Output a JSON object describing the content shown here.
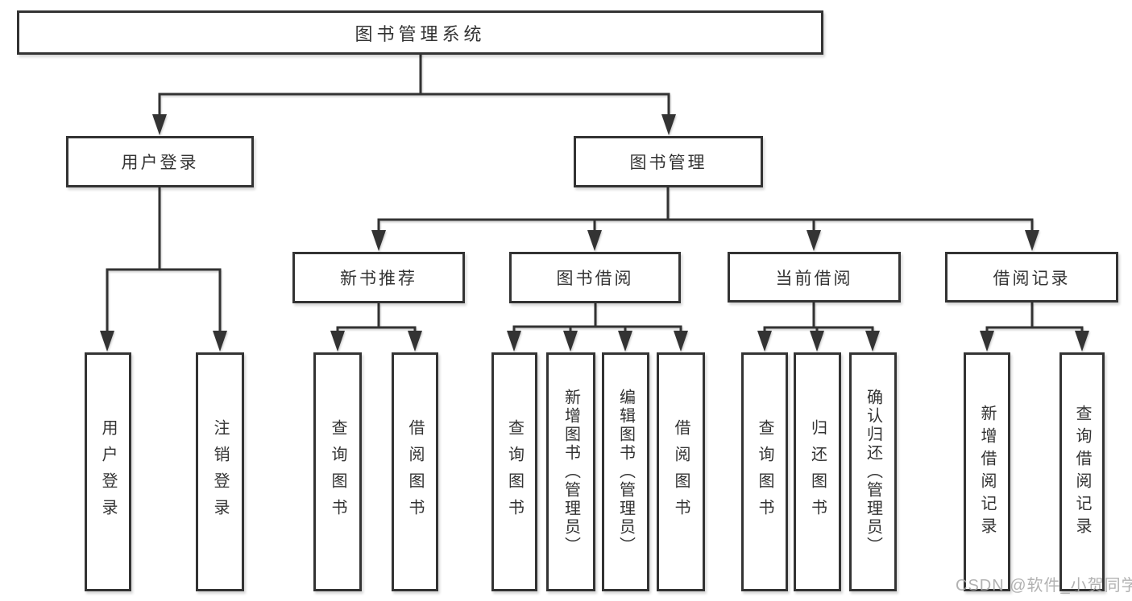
{
  "nodes": {
    "root": "图书管理系统",
    "user_login": "用户登录",
    "book_management": "图书管理",
    "new_book_recommend": "新书推荐",
    "book_borrow": "图书借阅",
    "current_borrow": "当前借阅",
    "borrow_records": "借阅记录"
  },
  "leaves": {
    "user_login": [
      "用户登录",
      "注销登录"
    ],
    "new_book_recommend": [
      "查询图书",
      "借阅图书"
    ],
    "book_borrow": [
      "查询图书",
      "新增图书（管理员）",
      "编辑图书（管理员）",
      "借阅图书"
    ],
    "current_borrow": [
      "查询图书",
      "归还图书",
      "确认归还（管理员）"
    ],
    "borrow_records": [
      "新增借阅记录",
      "查询借阅记录"
    ]
  },
  "watermark": "CSDN @软件_小贺同学",
  "colors": {
    "line": "#333333",
    "text": "#333333",
    "box_background": "#ffffff",
    "watermark": "#aaaaaa"
  }
}
